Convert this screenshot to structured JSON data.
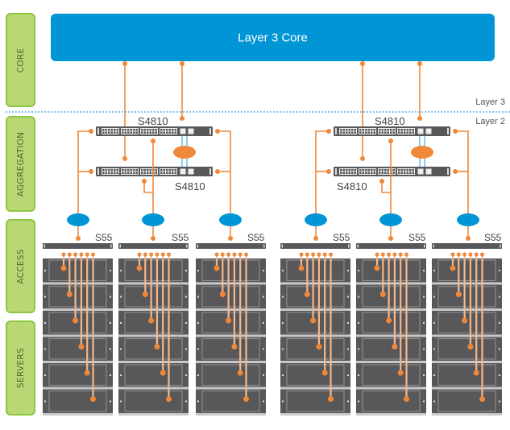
{
  "tiers": [
    {
      "id": "core",
      "label": "CORE"
    },
    {
      "id": "aggregation",
      "label": "AGGREGATION"
    },
    {
      "id": "access",
      "label": "ACCESS"
    },
    {
      "id": "servers",
      "label": "SERVERS"
    }
  ],
  "core": {
    "label": "Layer 3 Core"
  },
  "layers": {
    "upper": "Layer 3",
    "lower": "Layer 2"
  },
  "aggregation": {
    "left": {
      "top_label": "S4810",
      "bottom_label": "S4810"
    },
    "right": {
      "top_label": "S4810",
      "bottom_label": "S4810"
    }
  },
  "access": {
    "switch_label": "S55",
    "switches": [
      "S55",
      "S55",
      "S55",
      "S55",
      "S55",
      "S55"
    ]
  },
  "servers_per_rack": 6,
  "colors": {
    "core_blue": "#0096d6",
    "tier_green": "#b8d775",
    "tier_border": "#8dc63f",
    "link_orange": "#f0883a",
    "server_gray": "#58585a",
    "vlt_blue": "#0096d6"
  }
}
